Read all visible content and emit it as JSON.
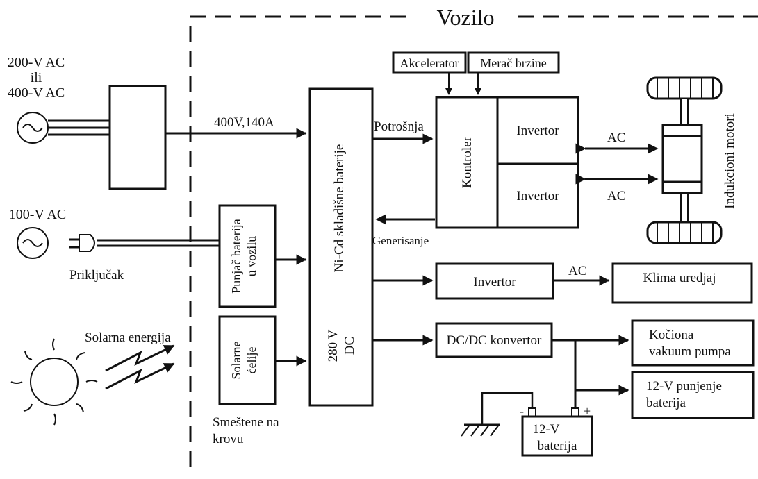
{
  "vehicle_label": "Vozilo",
  "sources": {
    "ac_high": [
      "200-V AC",
      "ili",
      "400-V AC"
    ],
    "ac_low": "100-V AC",
    "plug": "Priključak",
    "solar_energy": "Solarna energija",
    "roof_note": [
      "Smeštene na",
      "krovu"
    ]
  },
  "charge_line": "400V,140A",
  "blocks": {
    "onboard_charger": [
      "Punjač baterija",
      "u vozilu"
    ],
    "solar_cells": [
      "Solarne",
      "ćelije"
    ],
    "battery_main": "Ni-Cd skladišne baterije",
    "battery_voltage": [
      "280 V",
      "DC"
    ],
    "accelerator": "Akcelerator",
    "speedometer": "Merač brzine",
    "controller": "Kontroler",
    "inverter_1": "Invertor",
    "inverter_2": "Invertor",
    "inverter_3": "Invertor",
    "motors": "Indukcioni motori",
    "air_conditioner": "Klima uredjaj",
    "dcdc": "DC/DC konvertor",
    "brake_pump": [
      "Kočiona",
      "vakuum pumpa"
    ],
    "charging_12v": [
      "12-V punjenje",
      "baterija"
    ],
    "battery_12v": [
      "12-V",
      "baterija"
    ]
  },
  "flows": {
    "consumption": "Potrošnja",
    "generation": "Generisanje",
    "ac_1": "AC",
    "ac_2": "AC",
    "ac_3": "AC"
  },
  "terminals": {
    "minus": "-",
    "plus": "+"
  }
}
